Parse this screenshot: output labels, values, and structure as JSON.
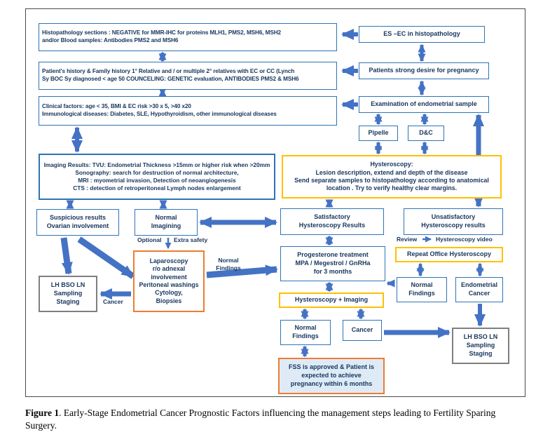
{
  "diagram": {
    "boxes": {
      "histopathology": "Histopathology sections : NEGATIVE for MMR-IHC for proteins MLH1, PMS2, MSH6, MSH2\nand/or Blood samples: Antibodies PMS2 and MSH6",
      "es_ec": "ES –EC in histopathology",
      "patient_history": "Patient's history & Family history 1° Relative and / or multiple 2° relatives with EC or CC (Lynch\nSy BOC Sy diagnosed < age 50   COUNCELING: GENETIC evaluation, ANTIBODIES PMS2 &  MSH6",
      "pregnancy_desire": "Patients strong desire for pregnancy",
      "clinical_factors": "Clinical factors: age < 35, BMI & EC risk >30 x 5, >40  x20\nImmunological diseases: Diabetes, SLE, Hypothyroidism, other immunological diseases",
      "examination": "Examination of endometrial sample",
      "pipelle": "Pipelle",
      "dc": "D&C",
      "imaging_results": "Imaging Results: TVU: Endometrial Thickness >15mm or higher risk when >20mm\nSonography: search for destruction of normal architecture,\nMRI : myometrial invasion, Detection of neoangiogenesis\nCTS : detection of retroperitoneal Lymph nodes enlargement",
      "hysteroscopy": "Hysteroscopy:\nLesion description, extend and depth of the disease\nSend separate samples to histopathology according to anatomical\nlocation . Try to verify healthy clear margins.",
      "suspicious": "Suspicious results\nOvarian involvement",
      "normal_imaging": "Normal\nImagining",
      "satisfactory": "Satisfactory\nHysteroscopy Results",
      "unsatisfactory": "Unsatisfactory\nHysteroscopy results",
      "laparoscopy": "Laparoscopy\nr/o adnexal\ninvolvement\nPeritoneal washings\nCytology,\nBiopsies",
      "repeat_office": "Repeat Office Hysteroscopy",
      "progesterone": "Progesterone treatment\nMPA / Megestrol / GnRHa\nfor 3 months",
      "hyst_imaging": "Hysteroscopy + Imaging",
      "normal_findings_mid": "Normal\nFindings",
      "cancer_mid": "Cancer",
      "normal_findings_right": "Normal\nFindings",
      "endometrial_cancer": "Endometrial\nCancer",
      "lhbso_left": "LH BSO LN\nSampling\nStaging",
      "lhbso_right": "LH BSO LN\nSampling\nStaging",
      "fss": "FSS is approved & Patient is\nexpected to achieve\npregnancy within 6 months"
    },
    "labels": {
      "optional": "Optional",
      "extra_safety": "Extra safety",
      "review": "Review",
      "hysteroscopy_video": "Hysteroscopy video",
      "normal_findings_arrow": "Normal\nFindings",
      "cancer_arrow": "Cancer"
    },
    "colors": {
      "arrow_blue": "#4472C4",
      "border_blue": "#2E74B5",
      "border_orange": "#ED7D31",
      "border_yellow": "#FFC000",
      "border_gray": "#7F7F7F",
      "text_navy": "#17365D",
      "fss_fill": "#DEEBF7"
    }
  },
  "caption": {
    "label": "Figure 1",
    "text": ". Early-Stage Endometrial Cancer Prognostic Factors influencing the management steps leading to Fertility Sparing Surgery."
  }
}
